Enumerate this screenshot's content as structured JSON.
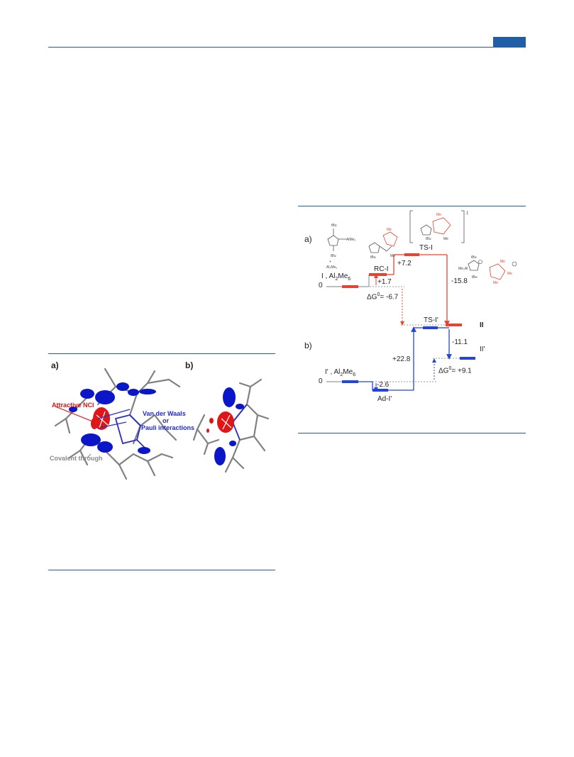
{
  "colors": {
    "accent": "#1f5fa8",
    "level_red": "#e8432e",
    "level_blue": "#2346d8",
    "nci_red": "#e01515",
    "nci_blue": "#0a16c8",
    "molecule_gray": "#808080"
  },
  "figure_left": {
    "panel_a": "a)",
    "panel_b": "b)",
    "label_attractive": "Attractive NCI",
    "label_vdw_1": "Van der Waals",
    "label_vdw_2": "or",
    "label_vdw_3": "Pauli interactions",
    "label_covalent": "Covalent through"
  },
  "figure_right": {
    "panel_a": "a)",
    "panel_b": "b)",
    "a": {
      "zero": "0",
      "label_I": "I , Al",
      "label_I_sub": "2",
      "label_I_rest": "Me",
      "label_I_sub2": "6",
      "label_RC": "RC-I",
      "label_TS": "TS-I",
      "label_II": "II",
      "value_rc": "+1.7",
      "value_ts": "+7.2",
      "value_dg_prefix": "ΔG",
      "value_dg_sup": "0",
      "value_dg": "= -6.7",
      "value_drop": "-15.8"
    },
    "b": {
      "zero": "0",
      "label_I": "I' , Al",
      "label_I_sub": "2",
      "label_I_rest": "Me",
      "label_I_sub2": "6",
      "label_Ad": "Ad-I'",
      "label_TS": "TS-I'",
      "label_II": "II'",
      "value_ad": "-2.6",
      "value_ts": "+22.8",
      "value_drop": "-11.1",
      "value_dg_prefix": "ΔG",
      "value_dg_sup": "0",
      "value_dg": "= +9.1"
    }
  }
}
